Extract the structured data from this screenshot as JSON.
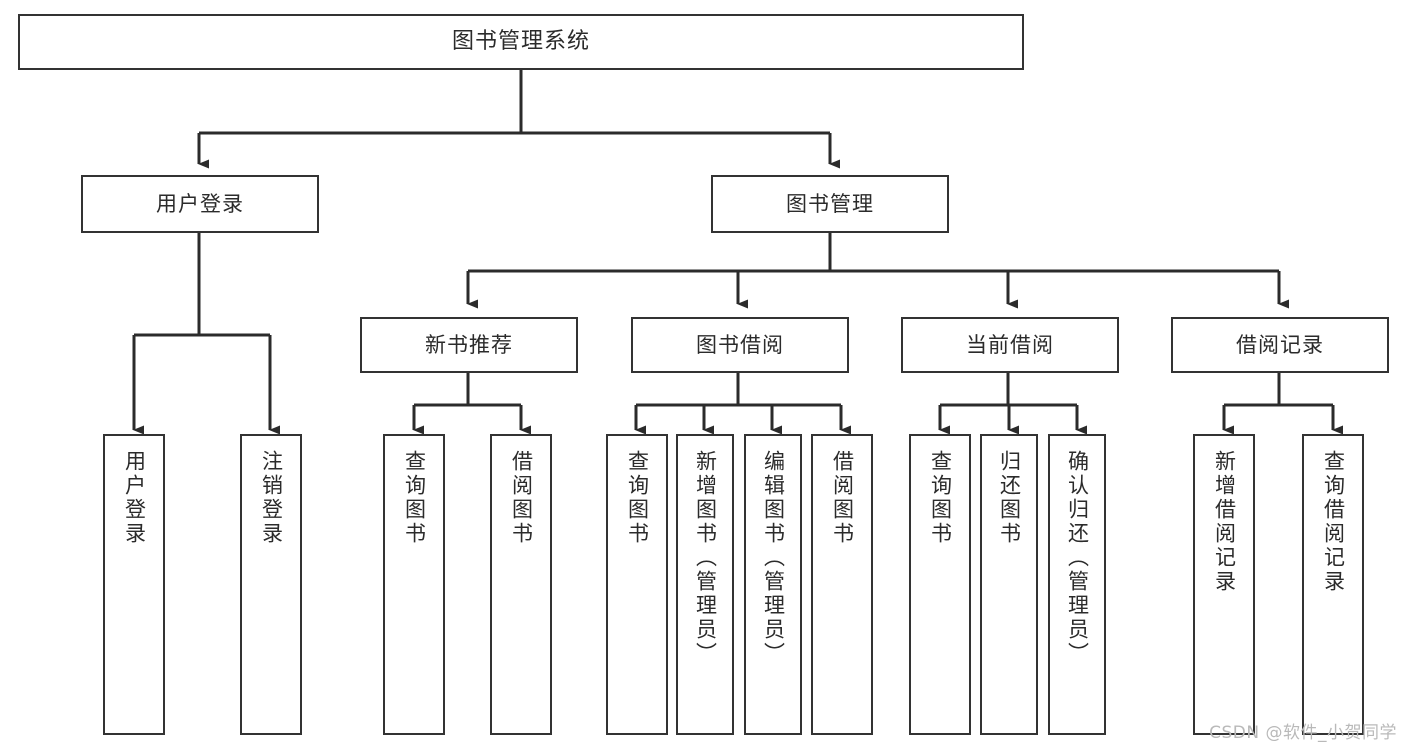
{
  "diagram": {
    "type": "tree-hierarchy",
    "title": "图书管理系统",
    "orientation": "top-down",
    "colors": {
      "background": "#ffffff",
      "box_border": "#333333",
      "box_fill": "#ffffff",
      "text": "#2b2b2b",
      "connector": "#2b2b2b",
      "watermark": "#b9b9b9"
    },
    "levels": {
      "root": {
        "label": "图书管理系统"
      },
      "level1": [
        {
          "label": "用户登录"
        },
        {
          "label": "图书管理"
        }
      ],
      "level2": [
        {
          "label": "新书推荐"
        },
        {
          "label": "图书借阅"
        },
        {
          "label": "当前借阅"
        },
        {
          "label": "借阅记录"
        }
      ],
      "leaves": [
        {
          "label": "用户登录",
          "parent": "用户登录"
        },
        {
          "label": "注销登录",
          "parent": "用户登录"
        },
        {
          "label": "查询图书",
          "parent": "新书推荐"
        },
        {
          "label": "借阅图书",
          "parent": "新书推荐"
        },
        {
          "label": "查询图书",
          "parent": "图书借阅"
        },
        {
          "label": "新增图书（管理员）",
          "parent": "图书借阅"
        },
        {
          "label": "编辑图书（管理员）",
          "parent": "图书借阅"
        },
        {
          "label": "借阅图书",
          "parent": "图书借阅"
        },
        {
          "label": "查询图书",
          "parent": "当前借阅"
        },
        {
          "label": "归还图书",
          "parent": "当前借阅"
        },
        {
          "label": "确认归还（管理员）",
          "parent": "当前借阅"
        },
        {
          "label": "新增借阅记录",
          "parent": "借阅记录"
        },
        {
          "label": "查询借阅记录",
          "parent": "借阅记录"
        }
      ]
    }
  },
  "watermark": {
    "text": "CSDN @软件_小贺同学"
  }
}
